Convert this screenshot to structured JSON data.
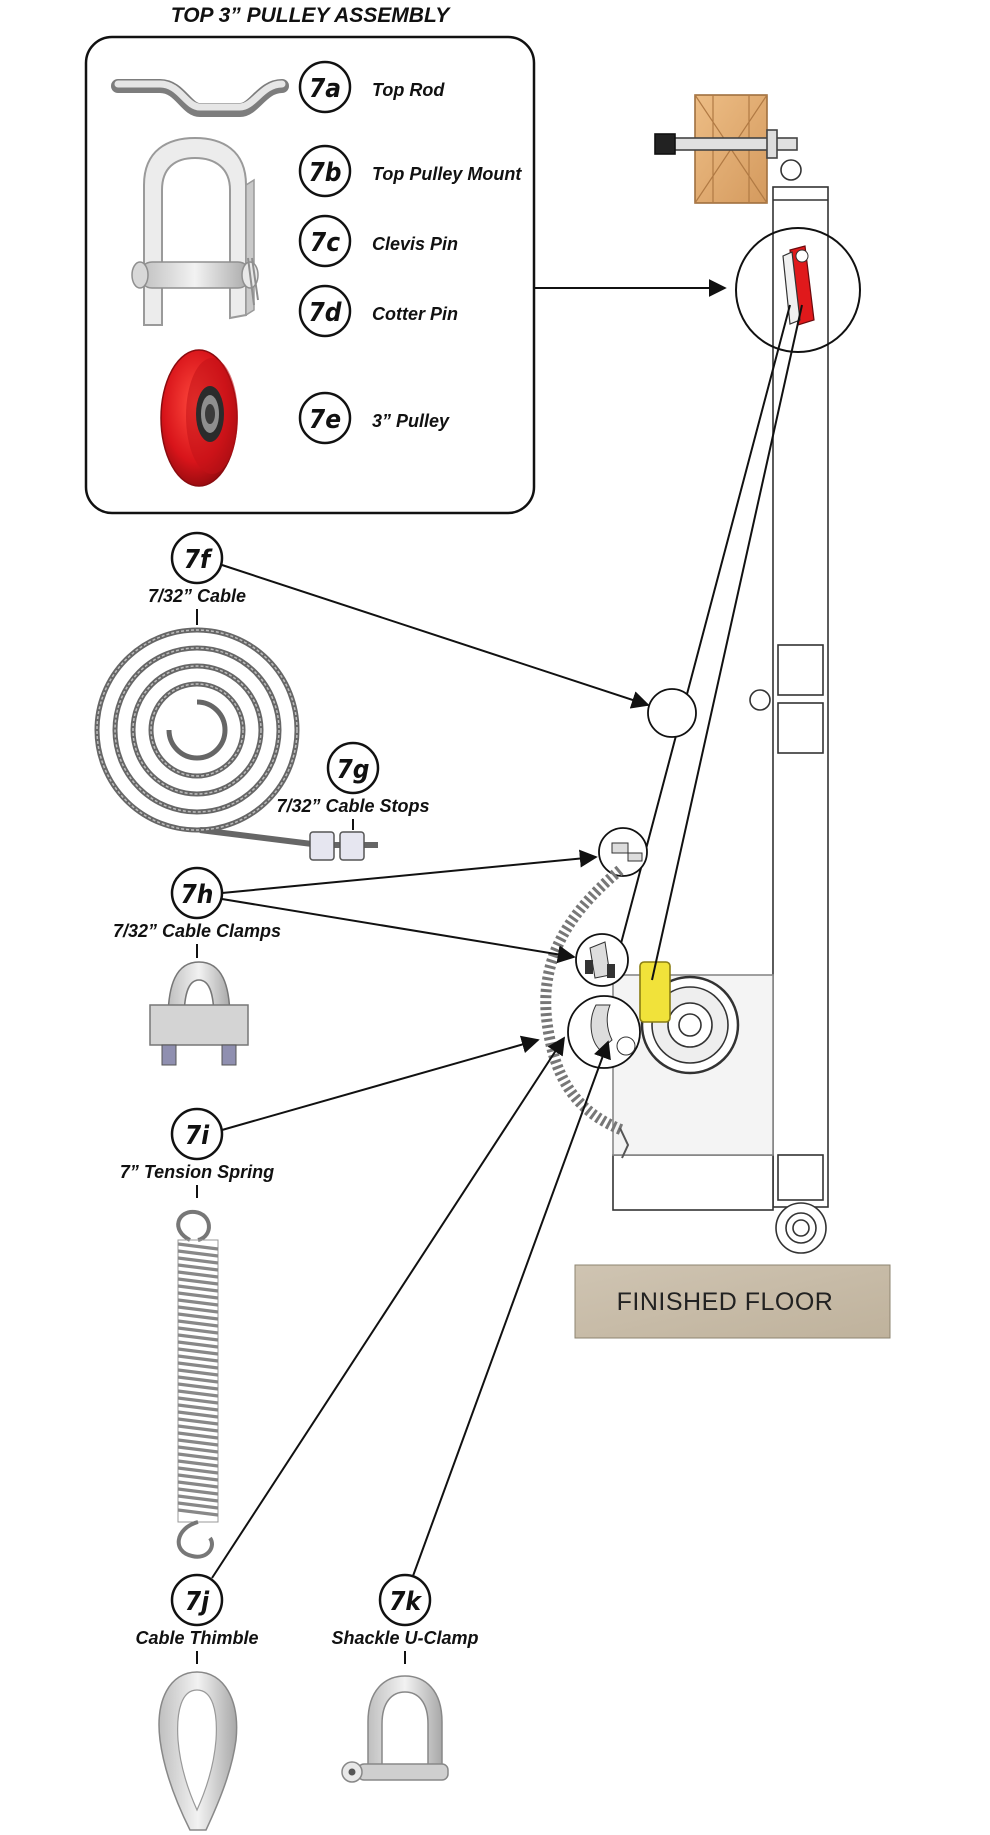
{
  "assembly_title": "TOP 3” PULLEY ASSEMBLY",
  "parts": {
    "p7a": {
      "id": "7a",
      "label": "Top Rod"
    },
    "p7b": {
      "id": "7b",
      "label": "Top Pulley Mount"
    },
    "p7c": {
      "id": "7c",
      "label": "Clevis Pin"
    },
    "p7d": {
      "id": "7d",
      "label": "Cotter Pin"
    },
    "p7e": {
      "id": "7e",
      "label": "3” Pulley"
    },
    "p7f": {
      "id": "7f",
      "label": "7/32” Cable"
    },
    "p7g": {
      "id": "7g",
      "label": "7/32” Cable Stops"
    },
    "p7h": {
      "id": "7h",
      "label": "7/32” Cable Clamps"
    },
    "p7i": {
      "id": "7i",
      "label": "7” Tension Spring"
    },
    "p7j": {
      "id": "7j",
      "label": "Cable Thimble"
    },
    "p7k": {
      "id": "7k",
      "label": "Shackle U-Clamp"
    }
  },
  "floor_label": "FINISHED FLOOR",
  "colors": {
    "line": "#111111",
    "pulley_red": "#e0191b",
    "wood": "#e2ad72",
    "floor": "#c8bca9",
    "metal": "#d9d9d9",
    "spring_yellow": "#f1e23a"
  }
}
